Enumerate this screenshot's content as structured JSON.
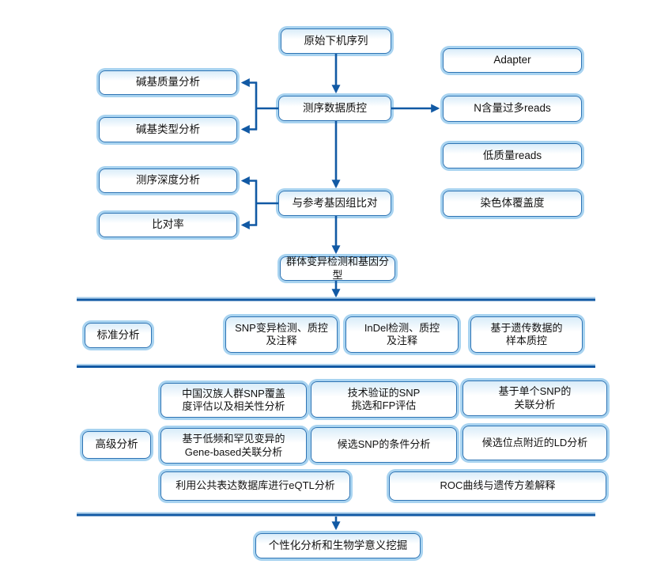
{
  "diagram": {
    "type": "flowchart",
    "language": "zh-CN",
    "colors": {
      "connector": "#1159a4",
      "box_border": "#2e74b4",
      "box_outer_glow": "#a8d3f0",
      "divider_dark": "#1159a4",
      "divider_light": "#a6cdeb",
      "box_fill_top": "#d9ecf9",
      "box_fill": "#ffffff",
      "text": "#111111"
    },
    "sections": {
      "standard_label": "标准分析",
      "advanced_label": "高级分析"
    },
    "nodes": {
      "raw_reads": {
        "label": "原始下机序列"
      },
      "adapter": {
        "label": "Adapter"
      },
      "seq_qc": {
        "label": "测序数据质控"
      },
      "n_reads": {
        "label": "N含量过多reads"
      },
      "low_quality_reads": {
        "label": "低质量reads"
      },
      "chromosome_coverage": {
        "label": "染色体覆盖度"
      },
      "base_quality": {
        "label": "碱基质量分析"
      },
      "base_type": {
        "label": "碱基类型分析"
      },
      "ref_align": {
        "label": "与参考基因组比对"
      },
      "seq_depth": {
        "label": "测序深度分析"
      },
      "map_rate": {
        "label": "比对率"
      },
      "variant_genotype": {
        "label": "群体变异检测和基因分型"
      },
      "snp_detect": {
        "label": "SNP变异检测、质控\n及注释"
      },
      "indel_detect": {
        "label": "InDel检测、质控\n及注释"
      },
      "genetic_sample_qc": {
        "label": "基于遗传数据的\n样本质控"
      },
      "han_snp_coverage": {
        "label": "中国汉族人群SNP覆盖\n度评估以及相关性分析"
      },
      "tech_snp_fp": {
        "label": "技术验证的SNP\n挑选和FP评估"
      },
      "single_snp_assoc": {
        "label": "基于单个SNP的\n关联分析"
      },
      "gene_based_assoc": {
        "label": "基于低频和罕见变异的\nGene-based关联分析"
      },
      "candidate_snp_cond": {
        "label": "候选SNP的条件分析"
      },
      "ld_analysis": {
        "label": "候选位点附近的LD分析"
      },
      "eqtl": {
        "label": "利用公共表达数据库进行eQTL分析"
      },
      "roc": {
        "label": "ROC曲线与遗传方差解释"
      },
      "personalized": {
        "label": "个性化分析和生物学意义挖掘"
      }
    }
  }
}
